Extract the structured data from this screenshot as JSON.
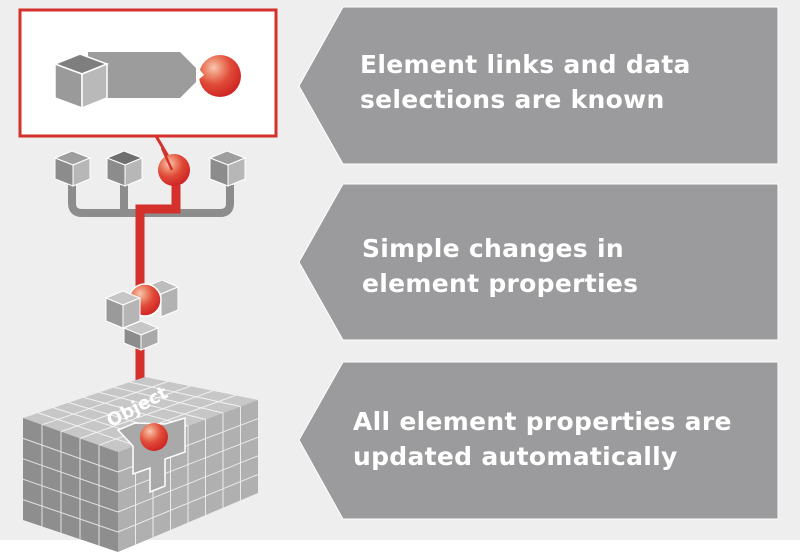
{
  "colors": {
    "background": "#eeeeee",
    "banner_fill": "#9b9b9d",
    "banner_text": "#ffffff",
    "accent_red": "#d9302b",
    "cube_gray": "#a7a7a7"
  },
  "steps": [
    {
      "line1": "Element links and data",
      "line2": "selections are known"
    },
    {
      "line1": "Simple changes in",
      "line2": "element properties"
    },
    {
      "line1": "All element properties are",
      "line2": "updated automatically"
    }
  ],
  "diagram": {
    "object_label": "Object",
    "icons": [
      "cube-to-sphere-link",
      "component-tree",
      "sphere-in-cube-cluster",
      "object-block"
    ]
  }
}
